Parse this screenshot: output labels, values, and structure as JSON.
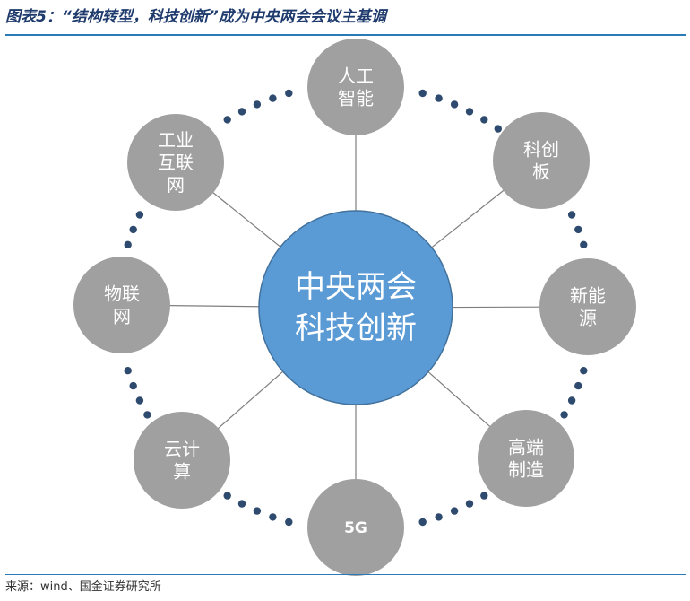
{
  "title": "图表5：“结构转型，科技创新”成为中央两会会议主基调",
  "source": "来源：wind、国金证券研究所",
  "colors": {
    "center": "#5b9bd5",
    "center_stroke": "#41719c",
    "node": "#a0a0a0",
    "dots": "#2e4a6e",
    "line": "#7f7f7f"
  },
  "center": {
    "lines": [
      "中央两会",
      "科技创新"
    ]
  },
  "nodes": [
    {
      "id": "ai",
      "lines": [
        "人工",
        "智能"
      ]
    },
    {
      "id": "star-market",
      "lines": [
        "科创",
        "板"
      ]
    },
    {
      "id": "new-energy",
      "lines": [
        "新能",
        "源"
      ]
    },
    {
      "id": "high-end-mfg",
      "lines": [
        "高端",
        "制造"
      ]
    },
    {
      "id": "5g",
      "lines": [
        "5G"
      ]
    },
    {
      "id": "cloud",
      "lines": [
        "云计",
        "算"
      ]
    },
    {
      "id": "iot",
      "lines": [
        "物联",
        "网"
      ]
    },
    {
      "id": "industrial-internet",
      "lines": [
        "工业",
        "互联",
        "网"
      ]
    }
  ]
}
